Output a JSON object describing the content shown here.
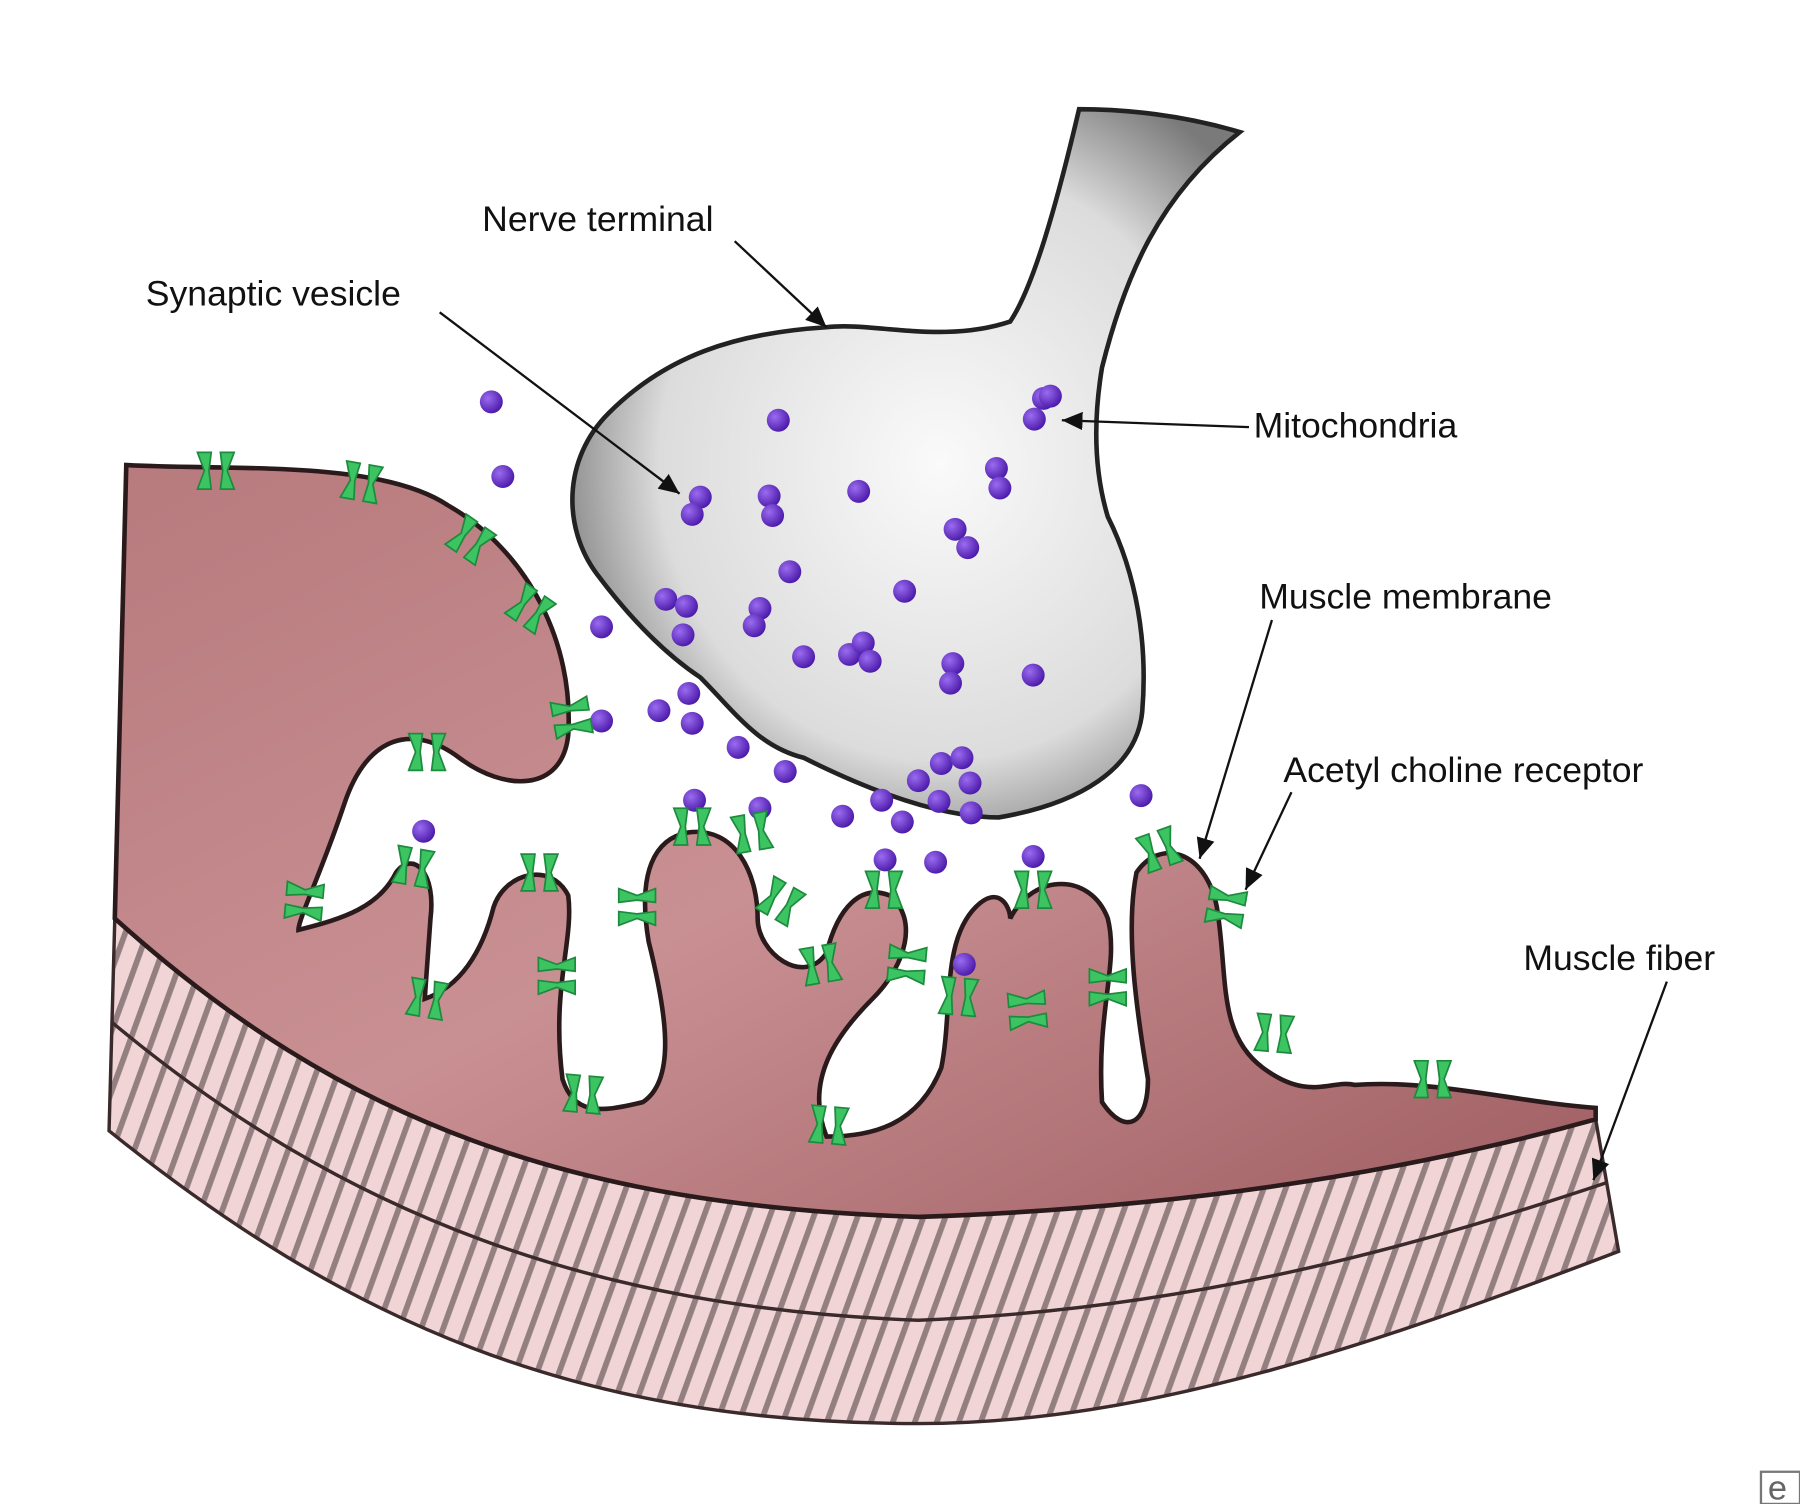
{
  "labels": {
    "nerve_terminal": "Nerve terminal",
    "synaptic_vesicle": "Synaptic vesicle",
    "mitochondria": "Mitochondria",
    "muscle_membrane": "Muscle membrane",
    "acetylcholine_receptor": "Acetyl choline receptor",
    "muscle_fiber": "Muscle fiber"
  },
  "logo": {
    "text": "e"
  },
  "colors": {
    "vesicle": "#6a2fd0",
    "receptor": "#3cc463",
    "muscle": "#a8666a",
    "fiber": "#f2d6d8",
    "nerve": "#c9c9c9"
  }
}
